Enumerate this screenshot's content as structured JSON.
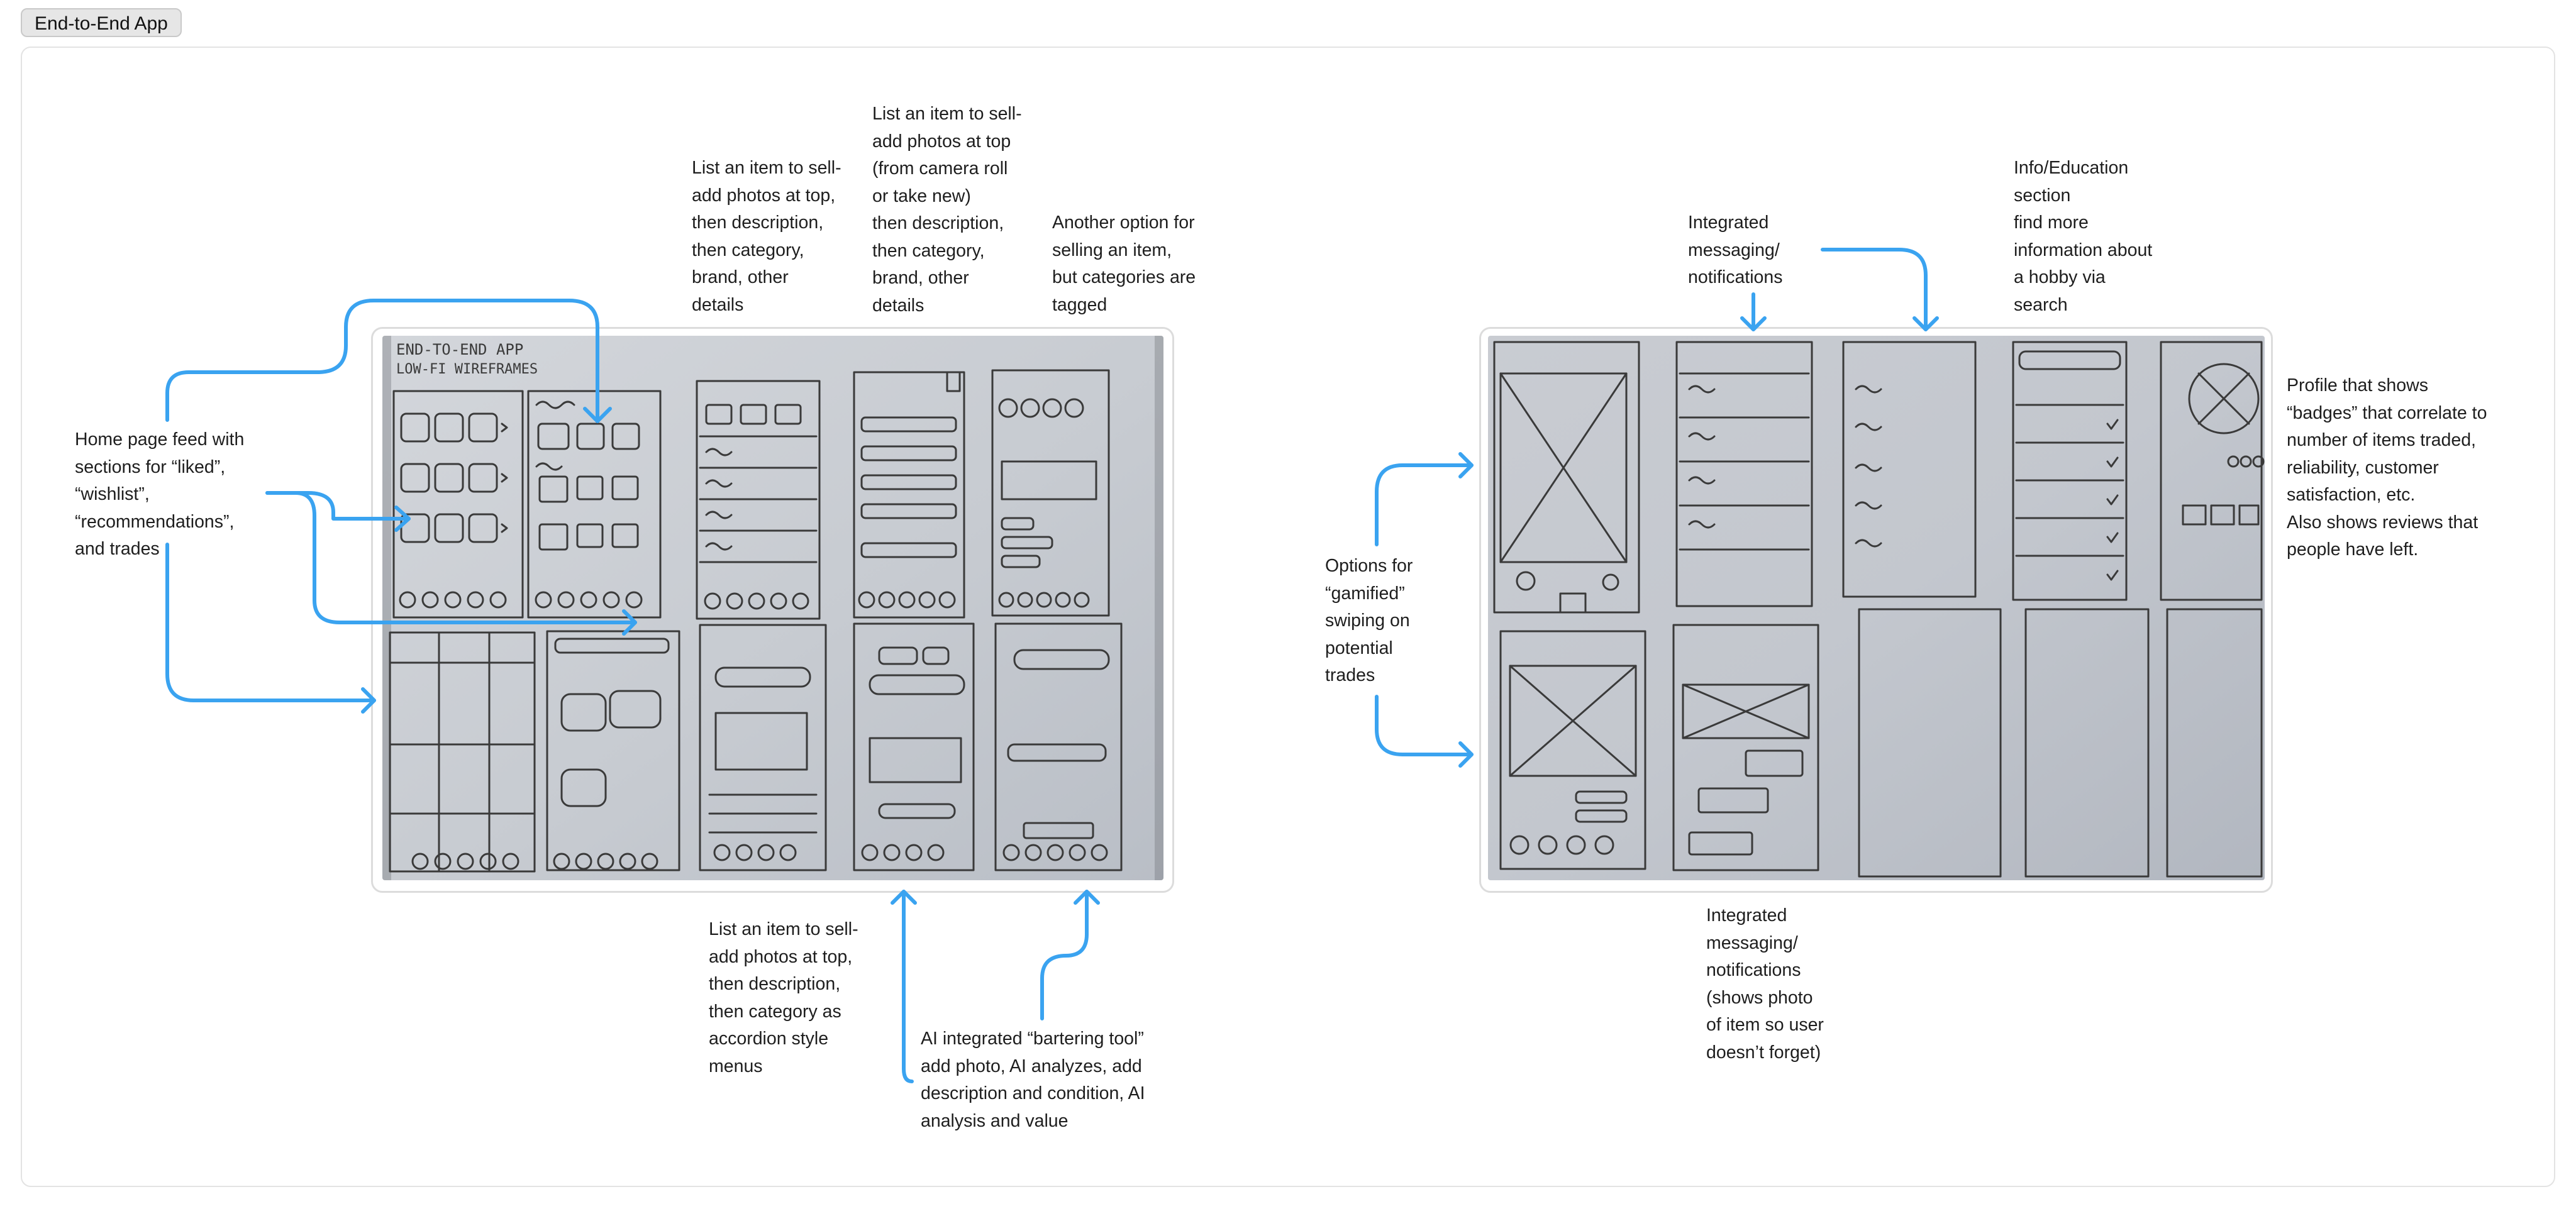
{
  "section": {
    "title": "End-to-End App"
  },
  "sketch_left": {
    "title_line1": "END-TO-END APP",
    "title_line2": "LOW-FI WIREFRAMES"
  },
  "notes": {
    "home_feed": "Home page feed with\nsections for “liked”,\n“wishlist”,\n“recommendations”,\nand trades",
    "list_item_1": "List an item to sell-\nadd photos at top,\nthen description,\nthen category,\nbrand, other\ndetails",
    "list_item_2": "List an item to sell-\nadd photos at top\n(from camera roll\nor take new)\nthen description,\nthen category,\nbrand, other\ndetails",
    "another_option": "Another option for\nselling an item,\nbut categories are\ntagged",
    "accordion": "List an item to sell-\nadd photos at top,\nthen description,\nthen category as\naccordion style\nmenus",
    "ai_tool": "AI integrated “bartering tool”\nadd photo, AI analyzes, add\ndescription and condition, AI\nanalysis and value",
    "messaging_top": "Integrated\nmessaging/\nnotifications",
    "info_education": "Info/Education\nsection\nfind more\ninformation about\na hobby via\nsearch",
    "gamified": "Options for\n“gamified”\nswiping on\npotential\ntrades",
    "profile": "Profile that shows\n“badges” that correlate to\nnumber of items traded,\nreliability, customer\nsatisfaction, etc.\nAlso shows reviews that\npeople have left.",
    "messaging_bottom": "Integrated\nmessaging/\nnotifications\n(shows photo\nof item so user\ndoesn’t forget)"
  },
  "colors": {
    "accent": "#3aa3f0",
    "paper": "#c9ccd2",
    "pencil": "#3a3a3a",
    "tab_bg": "#e6e6e6"
  }
}
